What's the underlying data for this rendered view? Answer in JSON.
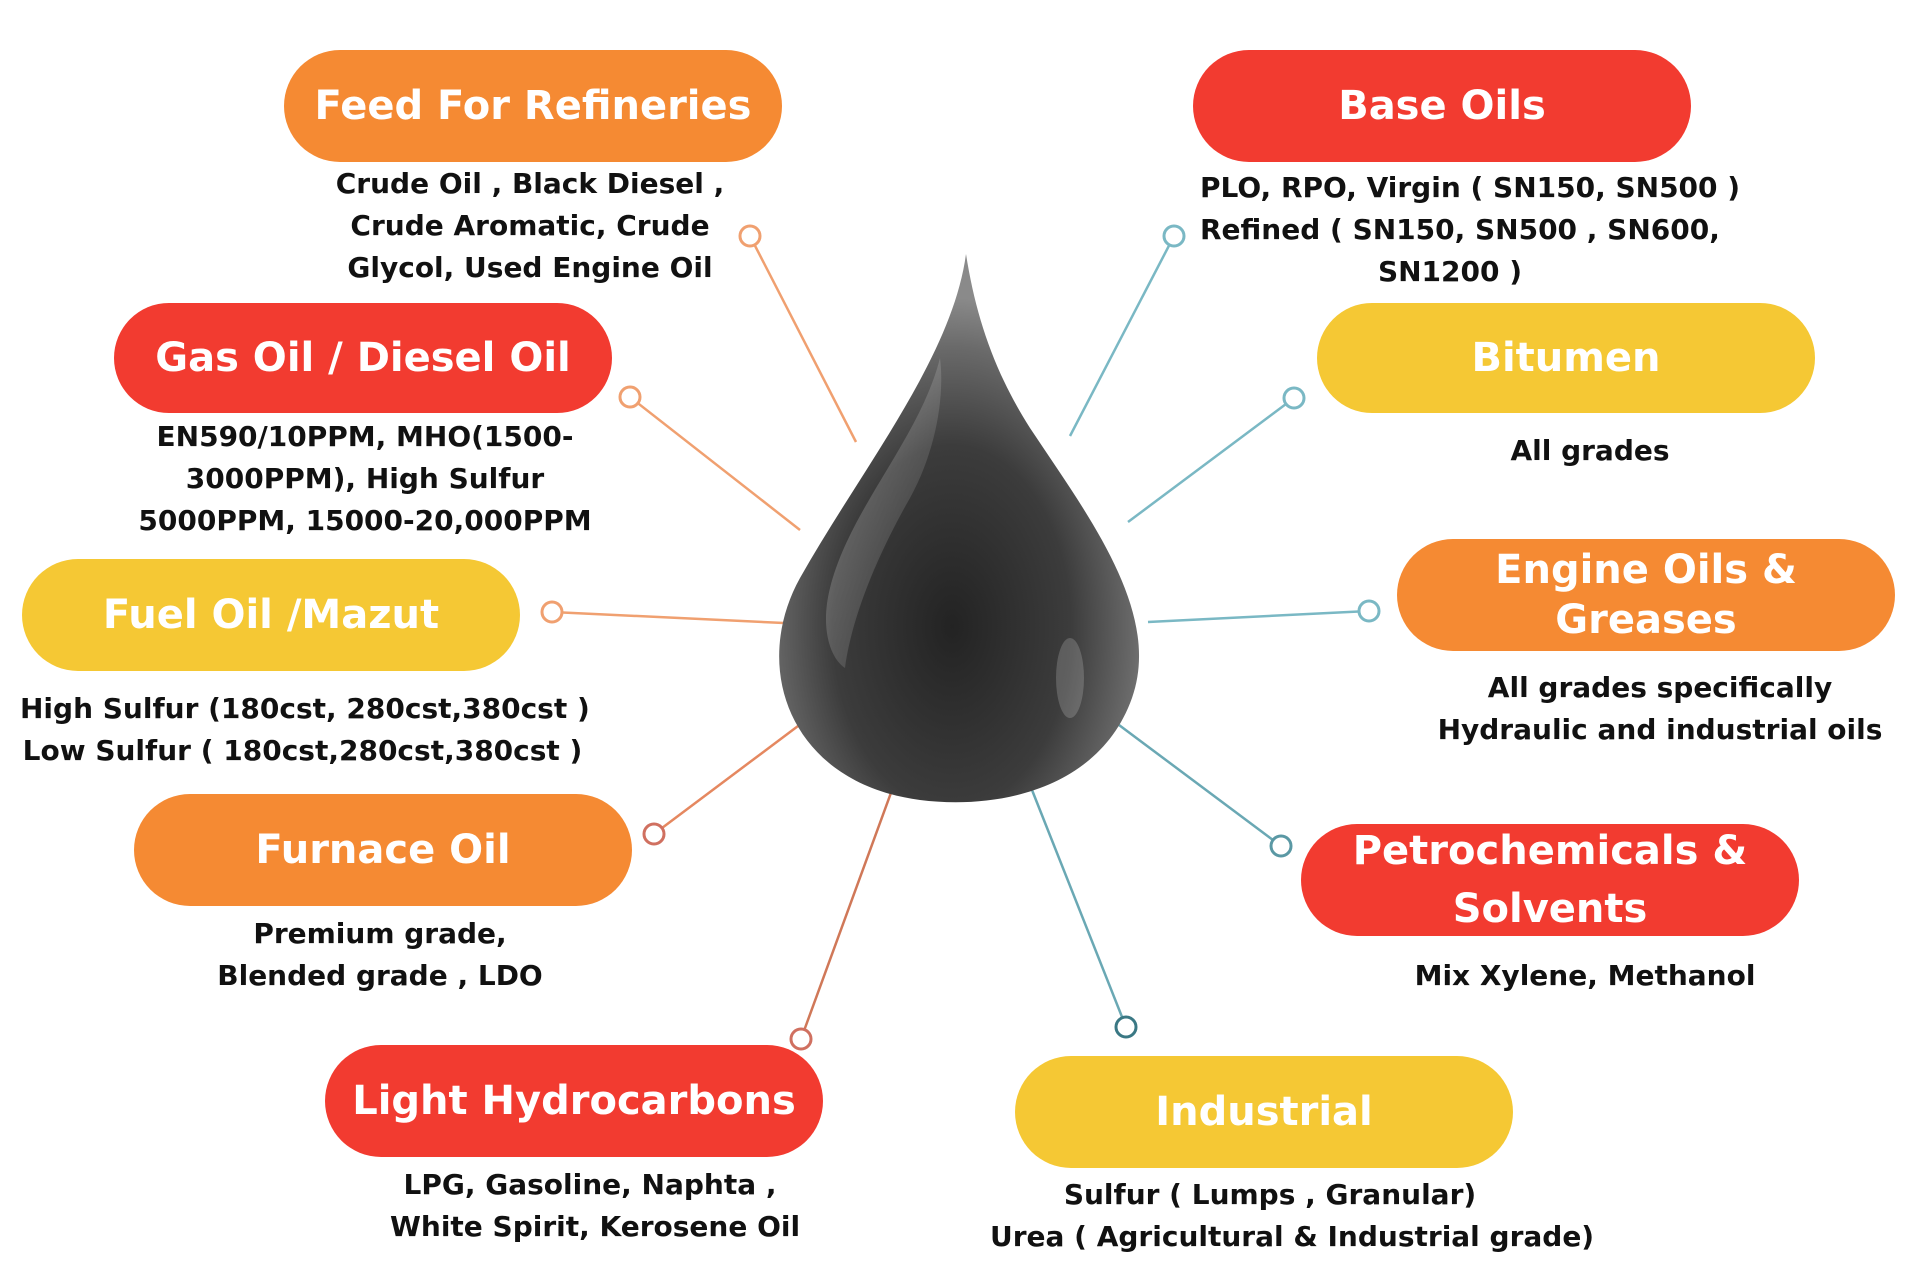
{
  "categories": [
    {
      "id": "feed",
      "title": "Feed For Refineries",
      "color": "#f58a33",
      "lines": [
        "Crude Oil , Black Diesel ,",
        "Crude Aromatic, Crude",
        "Glycol, Used Engine Oil"
      ]
    },
    {
      "id": "gasoil",
      "title": "Gas Oil / Diesel Oil",
      "color": "#f23b30",
      "lines": [
        "EN590/10PPM, MHO(1500-",
        "3000PPM), High Sulfur",
        "5000PPM, 15000-20,000PPM"
      ]
    },
    {
      "id": "fueloil",
      "title": "Fuel Oil /Mazut",
      "color": "#f5c834",
      "lines": [
        "High Sulfur (180cst, 280cst,380cst )",
        "Low Sulfur ( 180cst,280cst,380cst )"
      ]
    },
    {
      "id": "furnace",
      "title": "Furnace Oil",
      "color": "#f58a33",
      "lines": [
        "Premium grade,",
        "Blended grade , LDO"
      ]
    },
    {
      "id": "light",
      "title": "Light Hydrocarbons",
      "color": "#f23b30",
      "lines": [
        "LPG, Gasoline, Naphta ,",
        "White Spirit, Kerosene Oil"
      ]
    },
    {
      "id": "base",
      "title": "Base Oils",
      "color": "#f23b30",
      "lines": [
        "PLO, RPO, Virgin ( SN150, SN500 )",
        "Refined ( SN150, SN500 , SN600,",
        "SN1200 )"
      ]
    },
    {
      "id": "bitumen",
      "title": "Bitumen",
      "color": "#f5c834",
      "lines": [
        "All grades"
      ]
    },
    {
      "id": "engine",
      "title": "Engine Oils & Greases",
      "color": "#f58a33",
      "lines": [
        "All grades specifically",
        "Hydraulic and industrial oils"
      ]
    },
    {
      "id": "petro",
      "title": "Petrochemicals & Solvents",
      "color": "#f23b30",
      "lines": [
        "Mix Xylene, Methanol"
      ]
    },
    {
      "id": "industrial",
      "title": "Industrial",
      "color": "#f5c834",
      "lines": [
        "Sulfur ( Lumps , Granular)",
        "Urea ( Agricultural & Industrial grade)"
      ]
    }
  ],
  "connector_colors": {
    "warm": "#f0a070",
    "cool": "#7ab8c4"
  }
}
